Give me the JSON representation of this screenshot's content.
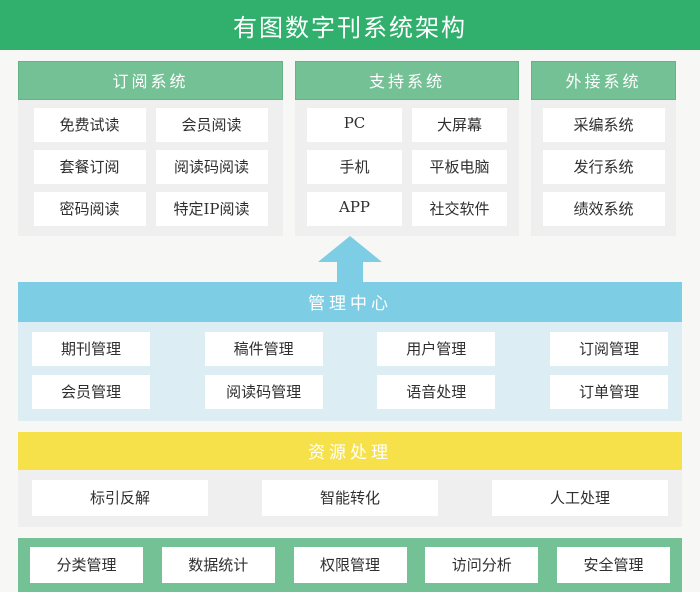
{
  "title": "有图数字刊系统架构",
  "colors": {
    "title_bar_green": "#31af6d",
    "panel_header_green": "#74c195",
    "mgmt_blue": "#7dcde4",
    "mgmt_body_blue": "#dceef3",
    "resource_yellow": "#f7e14a",
    "panel_body_gray": "#efefef",
    "cell_white": "#ffffff",
    "text_dark": "#2f2f2f",
    "page_background": "#f7f8f6"
  },
  "top_panels": [
    {
      "header": "订阅系统",
      "rows": [
        [
          "免费试读",
          "会员阅读"
        ],
        [
          "套餐订阅",
          "阅读码阅读"
        ],
        [
          "密码阅读",
          "特定IP阅读"
        ]
      ]
    },
    {
      "header": "支持系统",
      "rows": [
        [
          "PC",
          "大屏幕"
        ],
        [
          "手机",
          "平板电脑"
        ],
        [
          "APP",
          "社交软件"
        ]
      ]
    },
    {
      "header": "外接系统",
      "rows": [
        [
          "采编系统"
        ],
        [
          "发行系统"
        ],
        [
          "绩效系统"
        ]
      ]
    }
  ],
  "arrow": {
    "icon": "arrow-up-icon",
    "direction": "up",
    "color": "#7dcde4"
  },
  "management_center": {
    "header": "管理中心",
    "rows": [
      [
        "期刊管理",
        "稿件管理",
        "用户管理",
        "订阅管理"
      ],
      [
        "会员管理",
        "阅读码管理",
        "语音处理",
        "订单管理"
      ]
    ]
  },
  "resource_processing": {
    "header": "资源处理",
    "items": [
      "标引反解",
      "智能转化",
      "人工处理"
    ]
  },
  "bottom_bar": {
    "items": [
      "分类管理",
      "数据统计",
      "权限管理",
      "访问分析",
      "安全管理"
    ]
  }
}
